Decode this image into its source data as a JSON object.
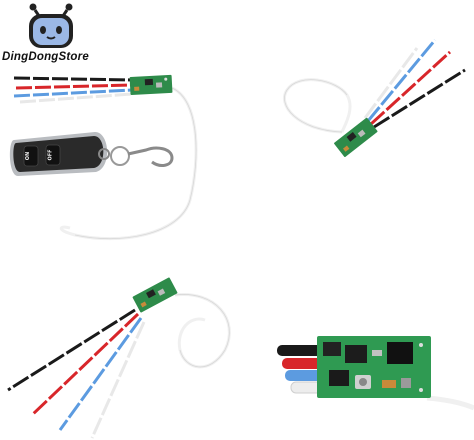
{
  "brand": {
    "name": "DingDongStore",
    "logo_icon": "robot-face-icon"
  },
  "remote": {
    "button_on": "ON",
    "button_off": "OFF"
  },
  "colors": {
    "pcb_green": "#2e8b4a",
    "wire_black": "#1a1a1a",
    "wire_red": "#d8262a",
    "wire_blue": "#5c9be0",
    "wire_white": "#f4f4f4",
    "antenna": "#f8f8f8"
  }
}
